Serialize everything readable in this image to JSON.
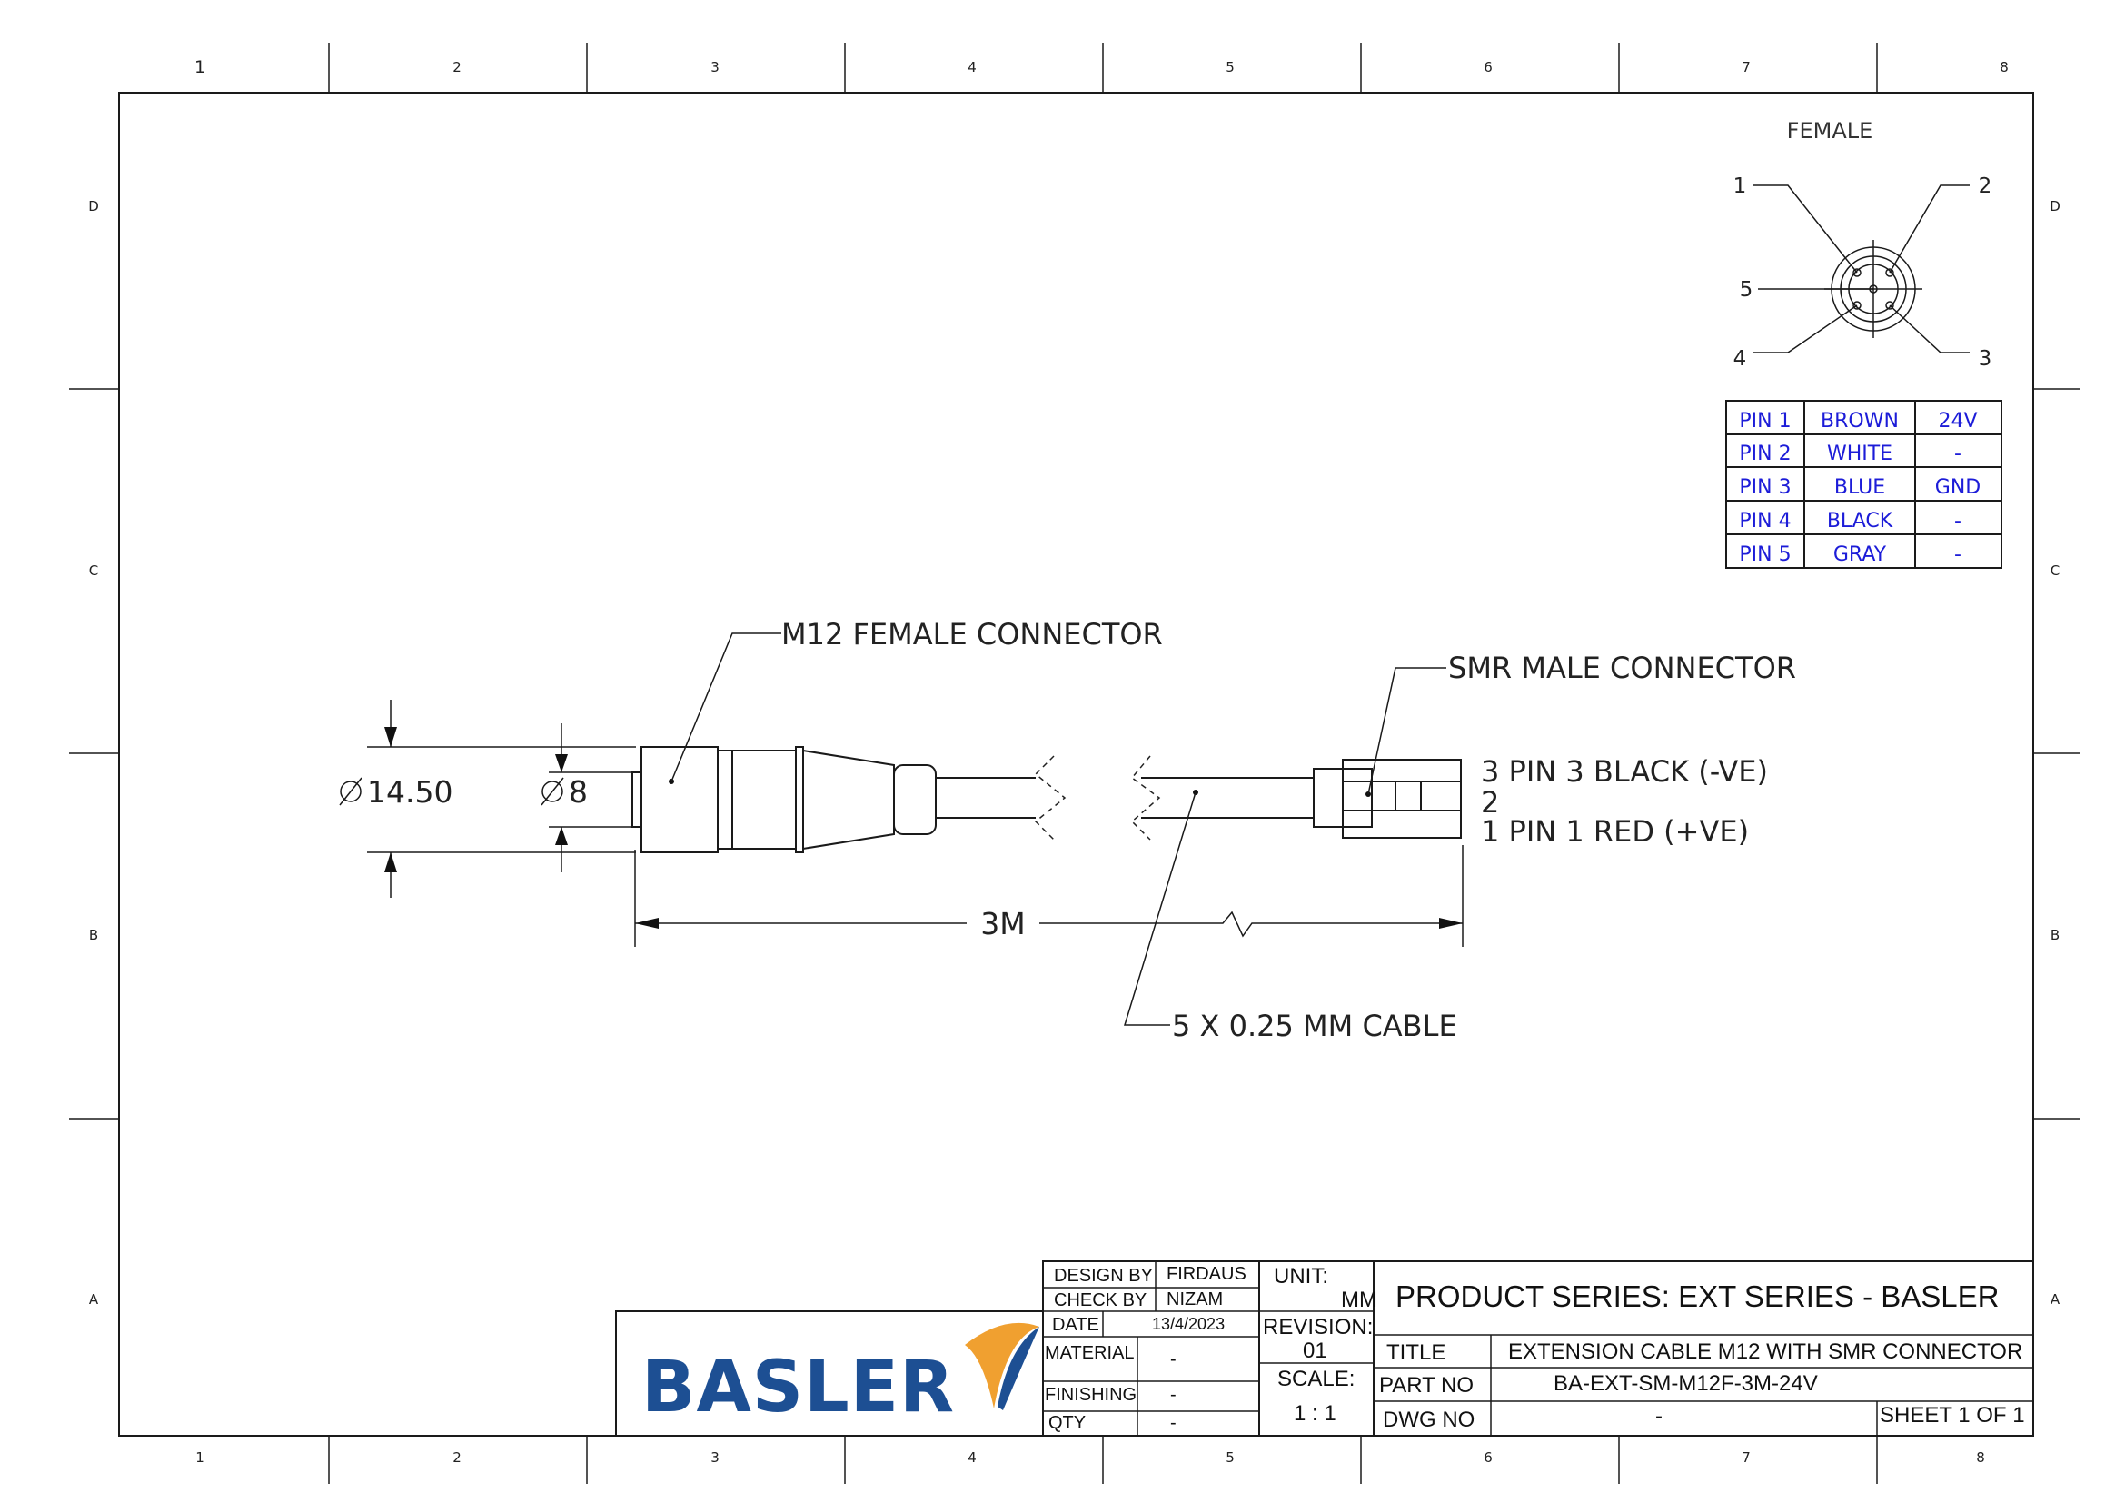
{
  "zones": {
    "columns": [
      "1",
      "2",
      "3",
      "4",
      "5",
      "6",
      "7",
      "8"
    ],
    "rows": [
      "D",
      "C",
      "B",
      "A"
    ]
  },
  "callouts": {
    "m12": "M12 FEMALE CONNECTOR",
    "smr": "SMR MALE CONNECTOR",
    "cable": "5 X 0.25 MM CABLE",
    "pin3": "3  PIN 3 BLACK (-VE)",
    "pin2": "2",
    "pin1": "1  PIN 1 RED (+VE)"
  },
  "dimensions": {
    "outer_diameter": "14.50",
    "inner_diameter": "8",
    "length": "3M"
  },
  "connector_view": {
    "title": "FEMALE",
    "pins": [
      "1",
      "2",
      "3",
      "4",
      "5"
    ]
  },
  "pin_table": [
    [
      "PIN 1",
      "BROWN",
      "24V"
    ],
    [
      "PIN 2",
      "WHITE",
      "-"
    ],
    [
      "PIN 3",
      "BLUE",
      "GND"
    ],
    [
      "PIN 4",
      "BLACK",
      "-"
    ],
    [
      "PIN 5",
      "GRAY",
      "-"
    ]
  ],
  "title_block": {
    "logo": "BASLER",
    "design_by_label": "DESIGN BY",
    "design_by": "FIRDAUS",
    "check_by_label": "CHECK BY",
    "check_by": "NIZAM",
    "date_label": "DATE",
    "date": "13/4/2023",
    "material_label": "MATERIAL",
    "material": "-",
    "finishing_label": "FINISHING",
    "finishing": "-",
    "qty_label": "QTY",
    "qty": "-",
    "unit_label": "UNIT:",
    "unit": "MM",
    "revision_label": "REVISION:",
    "revision": "01",
    "scale_label": "SCALE:",
    "scale": "1 : 1",
    "product_series": "PRODUCT SERIES:   EXT SERIES - BASLER",
    "title_label": "TITLE",
    "title": "EXTENSION CABLE M12 WITH SMR CONNECTOR",
    "part_no_label": "PART NO",
    "part_no": "BA-EXT-SM-M12F-3M-24V",
    "dwg_no_label": "DWG NO",
    "dwg_no": "-",
    "sheet": "SHEET 1 OF 1"
  },
  "colors": {
    "line": "#1a1a1a",
    "pin_table_text": "#1c1cd8",
    "logo_blue": "#1d4f93",
    "logo_orange": "#f0a030"
  }
}
